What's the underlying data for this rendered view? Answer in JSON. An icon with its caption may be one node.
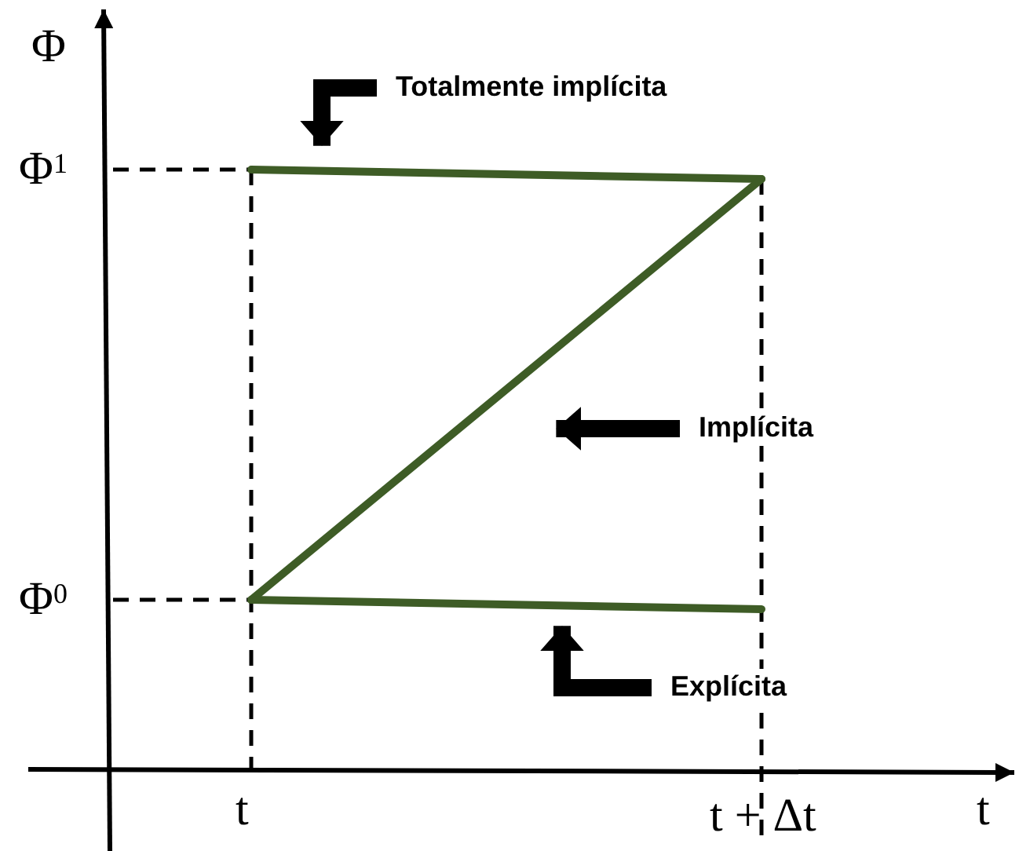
{
  "diagram": {
    "nodes": [
      {
        "text": [
          "Totalmente implícita"
        ]
      },
      {
        "text": [],
        "shape": "line"
      },
      {
        "text": [],
        "shape": "line"
      },
      {
        "text": [
          "Implícita"
        ]
      },
      {
        "text": [],
        "shape": "line"
      },
      {
        "text": [
          "Explícita"
        ]
      }
    ],
    "edges": [
      {
        "from": 0,
        "to": 1,
        "arrow": "to"
      },
      {
        "from": 3,
        "to": 2,
        "arrow": "to"
      },
      {
        "from": 5,
        "to": 4,
        "arrow": "to"
      }
    ],
    "labels": [
      "Φ",
      "Φ$^{1}$",
      "Φ$^{0}$",
      "t",
      "t + Δt",
      "t"
    ]
  }
}
